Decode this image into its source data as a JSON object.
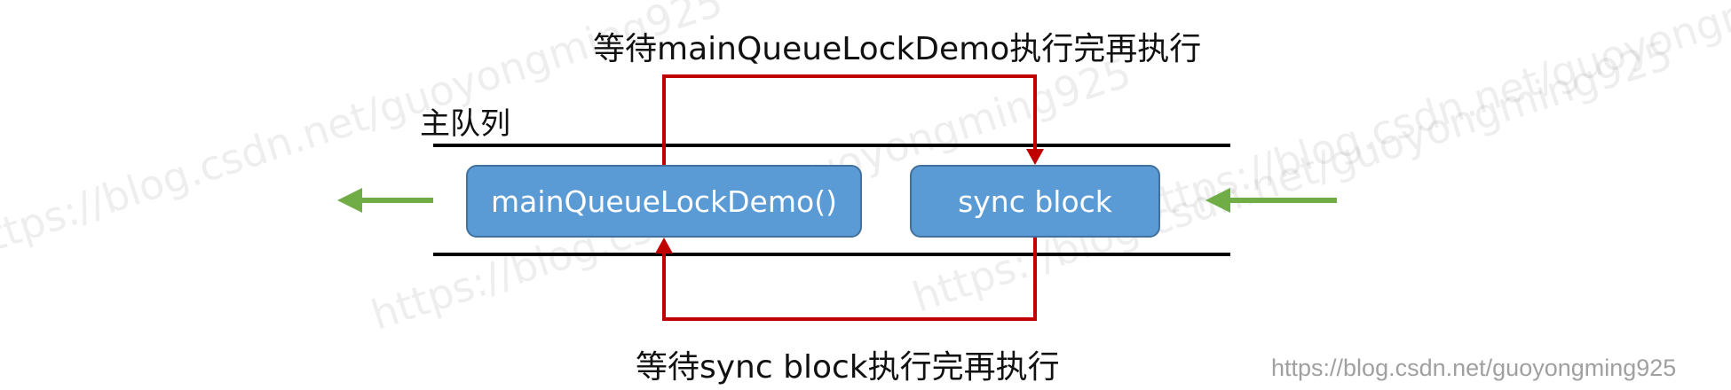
{
  "top_label": "等待mainQueueLockDemo执行完再执行",
  "bottom_label": "等待sync block执行完再执行",
  "queue_label": "主队列",
  "box_left": "mainQueueLockDemo()",
  "box_right": "sync block",
  "watermark_text": "https://blog.csdn.net/guoyongming925",
  "credit": "https://blog.csdn.net/guoyongming925",
  "colors": {
    "box_fill": "#5b9bd5",
    "box_border": "#41719c",
    "wait_arrow": "#c00000",
    "flow_arrow": "#70ad47",
    "queue_line": "#000000"
  }
}
